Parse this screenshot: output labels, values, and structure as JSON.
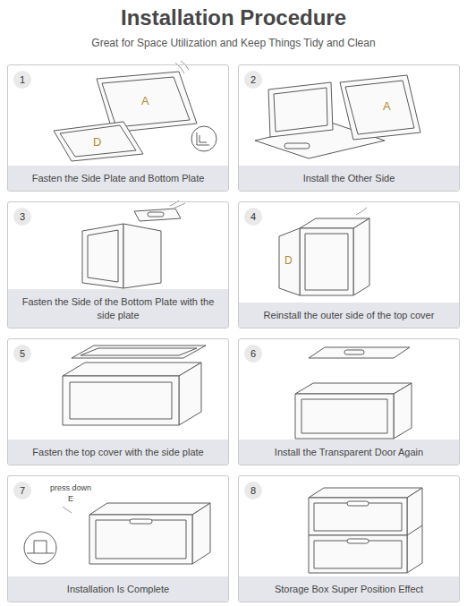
{
  "diagram": {
    "title": "Installation Procedure",
    "nodes": [
      {
        "text": [
          "Fasten the Side Plate and Bottom Plate"
        ]
      },
      {
        "text": [
          "1"
        ],
        "in": 0
      },
      {
        "text": [
          "Install the Other Side"
        ]
      },
      {
        "text": [
          "2"
        ],
        "in": 2
      },
      {
        "text": [
          "Fasten the Side of the Bottom Plate with the side plate"
        ]
      },
      {
        "text": [
          "3"
        ],
        "in": 4
      },
      {
        "text": [
          "Reinstall the outer side of the top cover"
        ]
      },
      {
        "text": [
          "4"
        ],
        "in": 6
      },
      {
        "text": [
          "Fasten the top cover with the side plate"
        ]
      },
      {
        "text": [
          "5"
        ],
        "in": 8
      },
      {
        "text": [
          "Install the Transparent Door Again"
        ]
      },
      {
        "text": [
          "6"
        ],
        "in": 10
      },
      {
        "text": [
          "Installation Is Complete"
        ]
      },
      {
        "text": [
          "7"
        ],
        "in": 12
      },
      {
        "text": [
          "Storage Box Super Position Effect"
        ]
      },
      {
        "text": [
          "8"
        ],
        "in": 14
      }
    ],
    "labels": [
      "Great for Space Utilization and Keep Things Tidy and Clean",
      "A",
      "D",
      "A",
      "D",
      "press down",
      "E"
    ]
  }
}
